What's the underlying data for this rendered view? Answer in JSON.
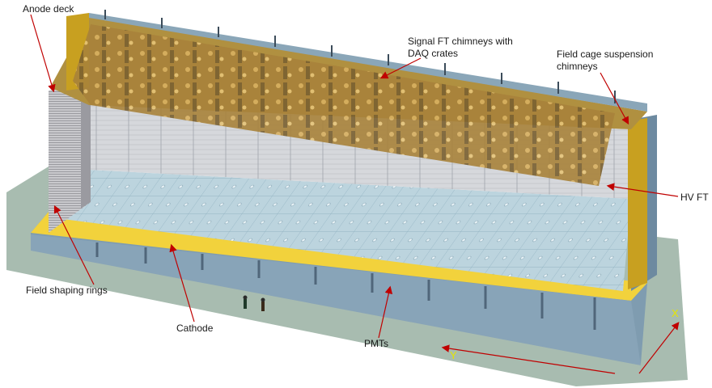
{
  "labels": {
    "anode_deck": "Anode deck",
    "signal_ft_line1": "Signal FT chimneys with",
    "signal_ft_line2": "DAQ crates",
    "field_cage_line1": "Field cage suspension",
    "field_cage_line2": "chimneys",
    "hv_ft": "HV FT",
    "field_shaping_rings": "Field shaping rings",
    "cathode": "Cathode",
    "pmts": "PMTs"
  },
  "axes": {
    "x": "X",
    "y": "Y"
  },
  "colors": {
    "ground": "#a8bcb0",
    "steel": "#8aa6b8",
    "gold": "#c8a020",
    "yellow_rim": "#f2d23c",
    "pmt_floor": "#b9d2dc",
    "ring_gray": "#c8c8cc",
    "arrow_red": "#c00000",
    "axis_yellow": "#e6e600"
  }
}
